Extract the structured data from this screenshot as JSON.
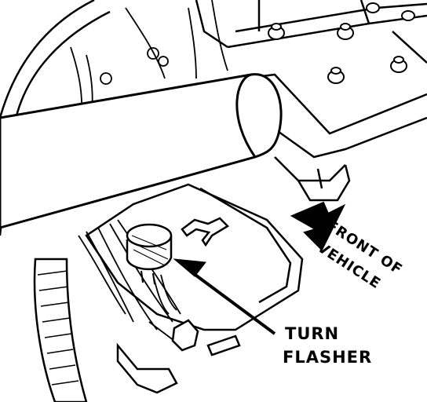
{
  "labels": {
    "front_line1": "FRONT OF",
    "front_line2": "VEHICLE",
    "turn_line1": "TURN",
    "turn_line2": "FLASHER"
  },
  "colors": {
    "ink": "#000000",
    "paper": "#ffffff"
  }
}
